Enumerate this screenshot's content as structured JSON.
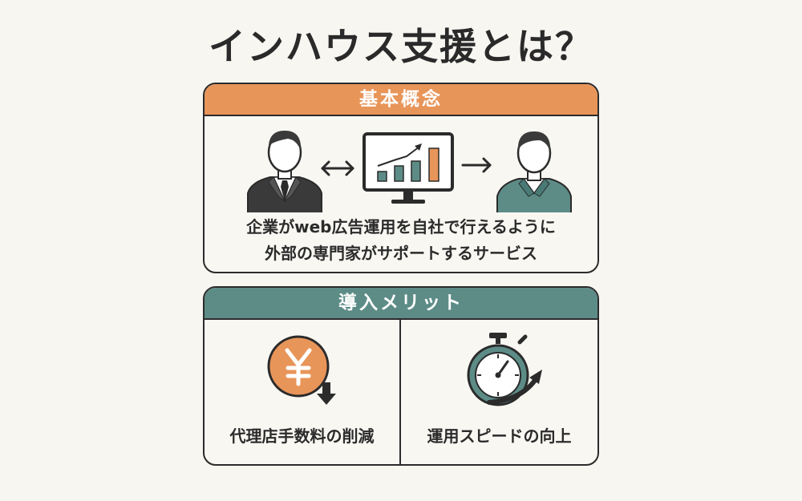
{
  "title": "インハウス支援とは？",
  "concept": {
    "header": "基本概念",
    "lines": [
      "企業がweb広告運用を自社で行えるように",
      "外部の専門家がサポートするサービス"
    ]
  },
  "merits": {
    "header": "導入メリット",
    "items": [
      {
        "label": "代理店手数料の削減",
        "icon": "yen-down-icon"
      },
      {
        "label": "運用スピードの向上",
        "icon": "stopwatch-icon"
      }
    ]
  },
  "colors": {
    "orange": "#e8955a",
    "teal": "#5d8c87",
    "dark": "#2b2b2b",
    "background": "#f7f6f1"
  },
  "icons": [
    "businessman-icon",
    "double-arrow-icon",
    "monitor-chart-icon",
    "arrow-right-icon",
    "person-icon"
  ]
}
